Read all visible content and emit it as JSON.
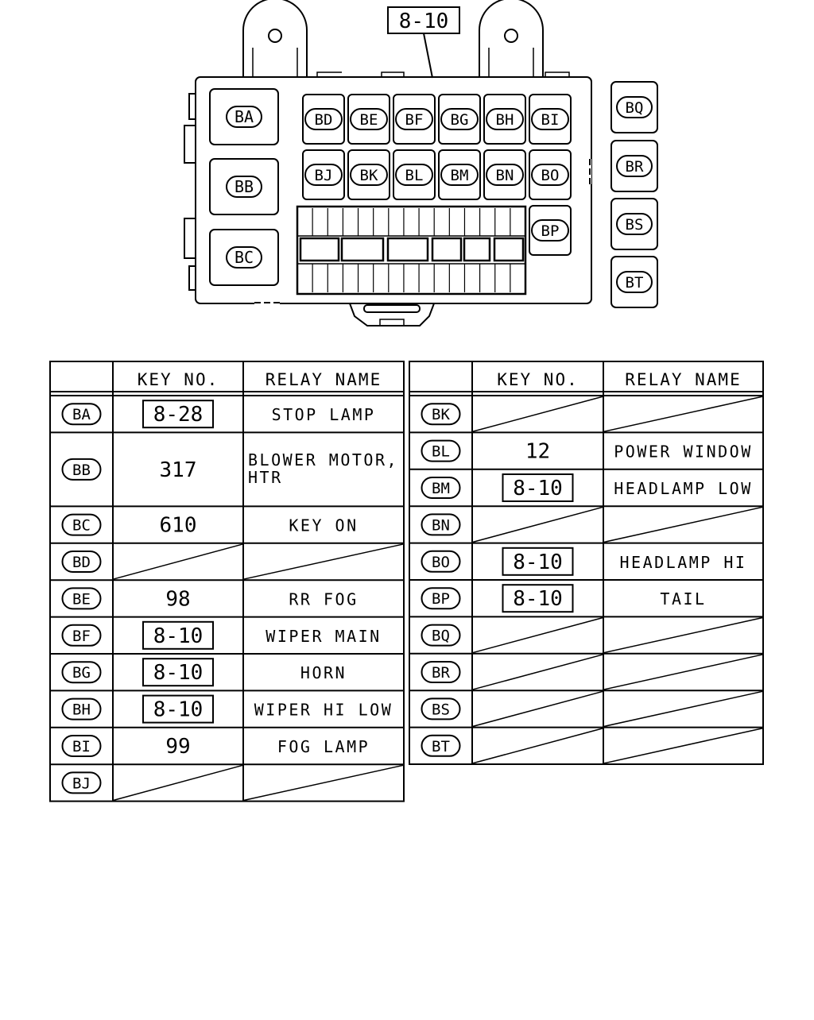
{
  "diagram": {
    "callout_key": "8-10",
    "relay_labels": {
      "BA": "BA",
      "BB": "BB",
      "BC": "BC",
      "BD": "BD",
      "BE": "BE",
      "BF": "BF",
      "BG": "BG",
      "BH": "BH",
      "BI": "BI",
      "BJ": "BJ",
      "BK": "BK",
      "BL": "BL",
      "BM": "BM",
      "BN": "BN",
      "BO": "BO",
      "BP": "BP",
      "BQ": "BQ",
      "BR": "BR",
      "BS": "BS",
      "BT": "BT"
    }
  },
  "table": {
    "headers": {
      "key_no": "KEY NO.",
      "relay_name": "RELAY NAME"
    },
    "left": [
      {
        "id": "BA",
        "key": "8-28",
        "boxed": true,
        "name": "STOP LAMP"
      },
      {
        "id": "BB",
        "key": "317",
        "boxed": false,
        "name": "BLOWER MOTOR,",
        "name2": "HTR",
        "tall": true
      },
      {
        "id": "BC",
        "key": "610",
        "boxed": false,
        "name": "KEY ON"
      },
      {
        "id": "BD",
        "key": "",
        "name": "",
        "empty": true
      },
      {
        "id": "BE",
        "key": "98",
        "boxed": false,
        "name": "RR FOG"
      },
      {
        "id": "BF",
        "key": "8-10",
        "boxed": true,
        "name": "WIPER MAIN"
      },
      {
        "id": "BG",
        "key": "8-10",
        "boxed": true,
        "name": "HORN"
      },
      {
        "id": "BH",
        "key": "8-10",
        "boxed": true,
        "name": "WIPER HI LOW"
      },
      {
        "id": "BI",
        "key": "99",
        "boxed": false,
        "name": "FOG LAMP"
      },
      {
        "id": "BJ",
        "key": "",
        "name": "",
        "empty": true
      }
    ],
    "right": [
      {
        "id": "BK",
        "key": "",
        "name": "",
        "empty": true
      },
      {
        "id": "BL",
        "key": "12",
        "boxed": false,
        "name": "POWER WINDOW"
      },
      {
        "id": "BM",
        "key": "8-10",
        "boxed": true,
        "name": "HEADLAMP LOW"
      },
      {
        "id": "BN",
        "key": "",
        "name": "",
        "empty": true
      },
      {
        "id": "BO",
        "key": "8-10",
        "boxed": true,
        "name": "HEADLAMP HI"
      },
      {
        "id": "BP",
        "key": "8-10",
        "boxed": true,
        "name": "TAIL"
      },
      {
        "id": "BQ",
        "key": "",
        "name": "",
        "empty": true
      },
      {
        "id": "BR",
        "key": "",
        "name": "",
        "empty": true
      },
      {
        "id": "BS",
        "key": "",
        "name": "",
        "empty": true
      },
      {
        "id": "BT",
        "key": "",
        "name": "",
        "empty": true
      }
    ]
  }
}
